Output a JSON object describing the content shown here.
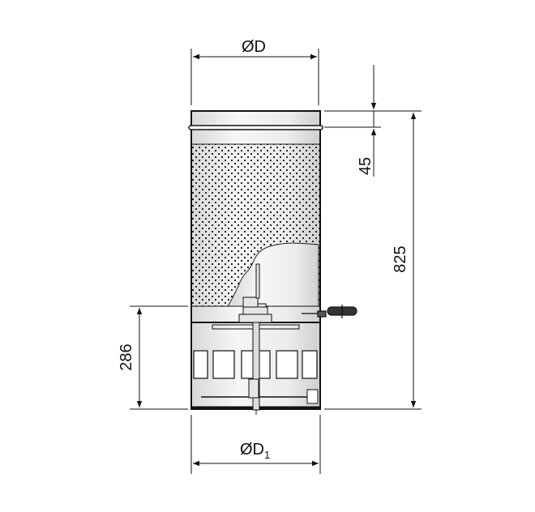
{
  "dimensions": {
    "diameter": "ØD",
    "diameter_bottom_main": "ØD",
    "diameter_bottom_sub": "1",
    "collar_height": "45",
    "total_height": "825",
    "lower_height": "286"
  },
  "colors": {
    "line": "#111111",
    "body_light": "#f4f4f4",
    "body_dark": "#d4d4d4"
  }
}
